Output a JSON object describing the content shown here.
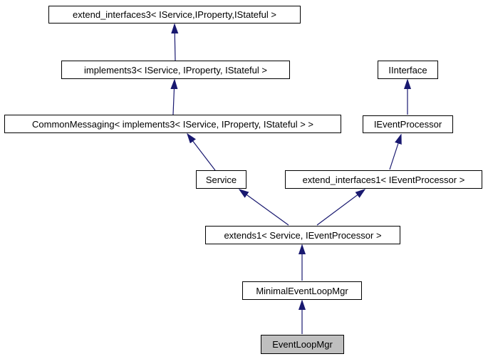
{
  "diagram": {
    "kind": "class-inheritance-graph",
    "edge_color": "#191970",
    "node_border_color": "#000000",
    "node_fill_color": "#ffffff",
    "highlighted_node_fill_color": "#bfbfbf",
    "nodes": [
      {
        "id": "extend_interfaces3",
        "label": "extend_interfaces3< IService,IProperty,IStateful >",
        "highlighted": false
      },
      {
        "id": "implements3",
        "label": "implements3< IService, IProperty, IStateful >",
        "highlighted": false
      },
      {
        "id": "CommonMessaging",
        "label": "CommonMessaging< implements3< IService, IProperty, IStateful > >",
        "highlighted": false
      },
      {
        "id": "IInterface",
        "label": "IInterface",
        "highlighted": false
      },
      {
        "id": "IEventProcessor",
        "label": "IEventProcessor",
        "highlighted": false
      },
      {
        "id": "Service",
        "label": "Service",
        "highlighted": false
      },
      {
        "id": "extend_interfaces1",
        "label": "extend_interfaces1< IEventProcessor >",
        "highlighted": false
      },
      {
        "id": "extends1",
        "label": "extends1< Service, IEventProcessor >",
        "highlighted": false
      },
      {
        "id": "MinimalEventLoopMgr",
        "label": "MinimalEventLoopMgr",
        "highlighted": false
      },
      {
        "id": "EventLoopMgr",
        "label": "EventLoopMgr",
        "highlighted": true
      }
    ],
    "edges": [
      {
        "from": "implements3",
        "to": "extend_interfaces3",
        "relation": "inheritance"
      },
      {
        "from": "CommonMessaging",
        "to": "implements3",
        "relation": "inheritance"
      },
      {
        "from": "Service",
        "to": "CommonMessaging",
        "relation": "inheritance"
      },
      {
        "from": "IEventProcessor",
        "to": "IInterface",
        "relation": "inheritance"
      },
      {
        "from": "extend_interfaces1",
        "to": "IEventProcessor",
        "relation": "inheritance"
      },
      {
        "from": "extends1",
        "to": "Service",
        "relation": "inheritance"
      },
      {
        "from": "extends1",
        "to": "extend_interfaces1",
        "relation": "inheritance"
      },
      {
        "from": "MinimalEventLoopMgr",
        "to": "extends1",
        "relation": "inheritance"
      },
      {
        "from": "EventLoopMgr",
        "to": "MinimalEventLoopMgr",
        "relation": "inheritance"
      }
    ]
  }
}
